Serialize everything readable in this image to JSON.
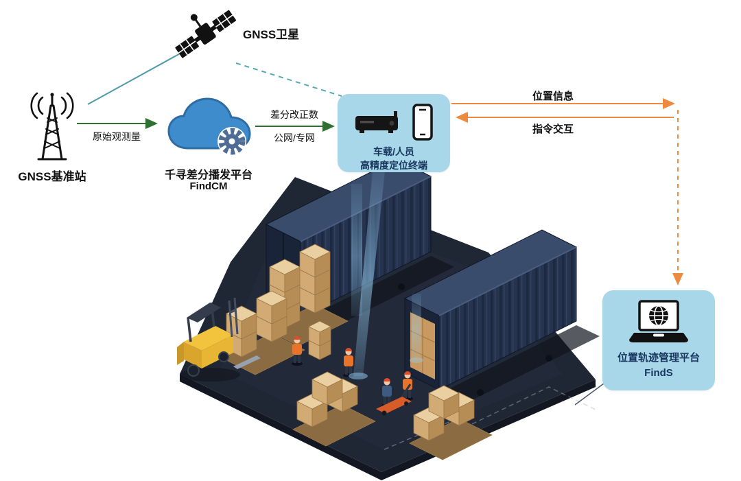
{
  "labels": {
    "satellite": "GNSS卫星",
    "base_station": "GNSS基准站",
    "raw_observation": "原始观测量",
    "cloud_title": "千寻差分播发平台",
    "cloud_subtitle": "FindCM",
    "diff_line1": "差分改正数",
    "diff_line2": "公网/专网",
    "terminal_line1": "车载/人员",
    "terminal_line2": "高精度定位终端",
    "position_info": "位置信息",
    "command_interaction": "指令交互",
    "platform_line1": "位置轨迹管理平台",
    "platform_line2": "FindS"
  },
  "colors": {
    "teal_line": "#4f9aa8",
    "green_arrow": "#2e7031",
    "orange_arrow": "#ed8a3f",
    "card_background": "#a9d7ea",
    "card_text_navy": "#17365d",
    "cloud_blue": "#3f8ccd",
    "gear_steel_blue": "#4f6d94",
    "container_navy": "#26334f",
    "floor_dark": "#1d2330",
    "box_tan": "#ead0a0",
    "forklift_yellow": "#f2c43d",
    "worker_orange": "#e8732a"
  }
}
